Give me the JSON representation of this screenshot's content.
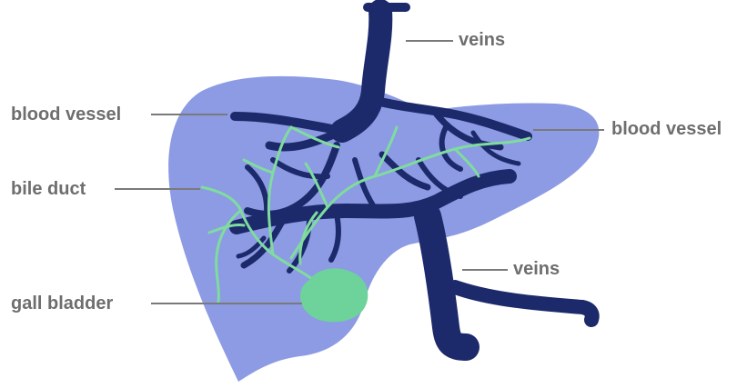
{
  "labels": {
    "veins_top": "veins",
    "blood_vessel_left": "blood vessel",
    "blood_vessel_right": "blood vessel",
    "bile_duct": "bile duct",
    "veins_bottom": "veins",
    "gall_bladder": "gall bladder"
  },
  "colors": {
    "liver": "#8c9be3",
    "veins": "#1c2a6b",
    "bile_duct": "#7fdc9e",
    "gall_bladder": "#6ed39a",
    "leader_line": "#7a7a7a",
    "label_text": "#6e6e6e"
  }
}
